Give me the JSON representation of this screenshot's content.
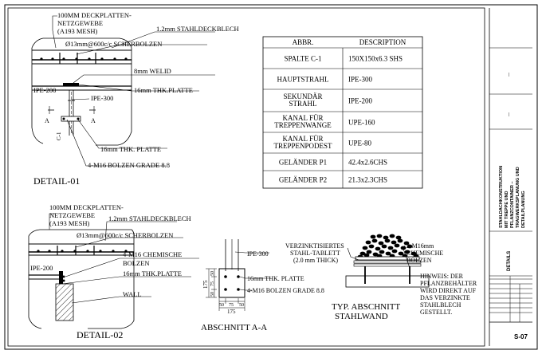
{
  "detail1": {
    "title": "DETAIL-01",
    "deck_label_1": "100MM DECKPLATTEN-",
    "deck_label_2": "NETZGEWEBE",
    "deck_label_3": "(A193 MESH)",
    "stahldeckblech": "1.2mm STAHLDECKBLECH",
    "scherbolzen": "Ø13mm@600c/c  SCHERBOLZEN",
    "welid": "8mm WELID",
    "thk_platte_top": "16mm THK.PLATTE",
    "ipe200": "IPE-200",
    "ipe300": "IPE-300",
    "section_a": "A",
    "column_tag": "C-1",
    "thk_platte_bottom": "16mm THK. PLATTE",
    "bolzen": "4-M16 BOLZEN GRADE 8.8"
  },
  "detail2": {
    "title": "DETAIL-02",
    "deck_label_1": "100MM DECKPLATTEN-",
    "deck_label_2": "NETZGEWEBE",
    "deck_label_3": "(A193 MESH)",
    "stahldeckblech": "1.2mm STAHLDECKBLECH",
    "scherbolzen": "Ø13mm@600c/c  SCHERBOLZEN",
    "ipe200": "IPE-200",
    "chem_bolzen_1": "4-M16 CHEMISCHE",
    "chem_bolzen_2": "BOLZEN",
    "thk_platte": "16mm THK.PLATTE",
    "wall": "WALL"
  },
  "section_aa": {
    "title": "ABSCHNITT A-A",
    "ipe300": "IPE-300",
    "thk_platte": "16mm THK. PLATTE",
    "bolzen": "4-M16 BOLZEN GRADE 8.8",
    "dim_175_v": "175",
    "dim_50_top": "50",
    "dim_75_v": "75",
    "dim_50_bot": "50",
    "dim_50_l": "50",
    "dim_75_h": "75",
    "dim_50_r": "50",
    "dim_175_h": "175"
  },
  "stahlwand": {
    "title_1": "TYP. ABSCHNITT",
    "title_2": "STAHLWAND",
    "tablett_1": "VERZINKTISIERTES",
    "tablett_2": "STAHL-TABLETT",
    "tablett_3": "(2.0 mm THICK)",
    "bolzen_1": "2-M16mm",
    "bolzen_2": "CHEMISCHE",
    "bolzen_3": "BOLZEN",
    "hinweis_1": "HINWEIS: DER",
    "hinweis_2": "PFLANZBEHÄLTER",
    "hinweis_3": "WIRD DIREKT AUF",
    "hinweis_4": "DAS VERZINKTE",
    "hinweis_5": "STAHLBLECH",
    "hinweis_6": "GESTELLT."
  },
  "table": {
    "headers": [
      "ABBR.",
      "DESCRIPTION"
    ],
    "rows": [
      {
        "abbr": [
          "SPALTE C-1"
        ],
        "desc": "150X150x6.3 SHS"
      },
      {
        "abbr": [
          "HAUPTSTRAHL"
        ],
        "desc": "IPE-300"
      },
      {
        "abbr": [
          "SEKUNDÄR",
          "STRAHL"
        ],
        "desc": "IPE-200"
      },
      {
        "abbr": [
          "KANAL FÜR",
          "TREPPENWANGE"
        ],
        "desc": "UPE-160"
      },
      {
        "abbr": [
          "KANAL FÜR",
          "TREPPENPODEST"
        ],
        "desc": "UPE-80"
      },
      {
        "abbr": [
          "GELÄNDER P1"
        ],
        "desc": "42.4x2.6CHS"
      },
      {
        "abbr": [
          "GELÄNDER P2"
        ],
        "desc": "21.3x2.3CHS"
      }
    ]
  },
  "title_block": {
    "rev_1": "—",
    "rev_2": "—",
    "project_1": "STAHLDACHKONSTRUKTION",
    "project_2": "MIT TREPPE UND",
    "project_3": "PFLANZCONTAINER –",
    "project_4": "TRAGWERKSPLANUNG UND",
    "project_5": "DETAILPLANUNG",
    "sheet_title": "DETAILS",
    "sheet_no": "S-07"
  }
}
